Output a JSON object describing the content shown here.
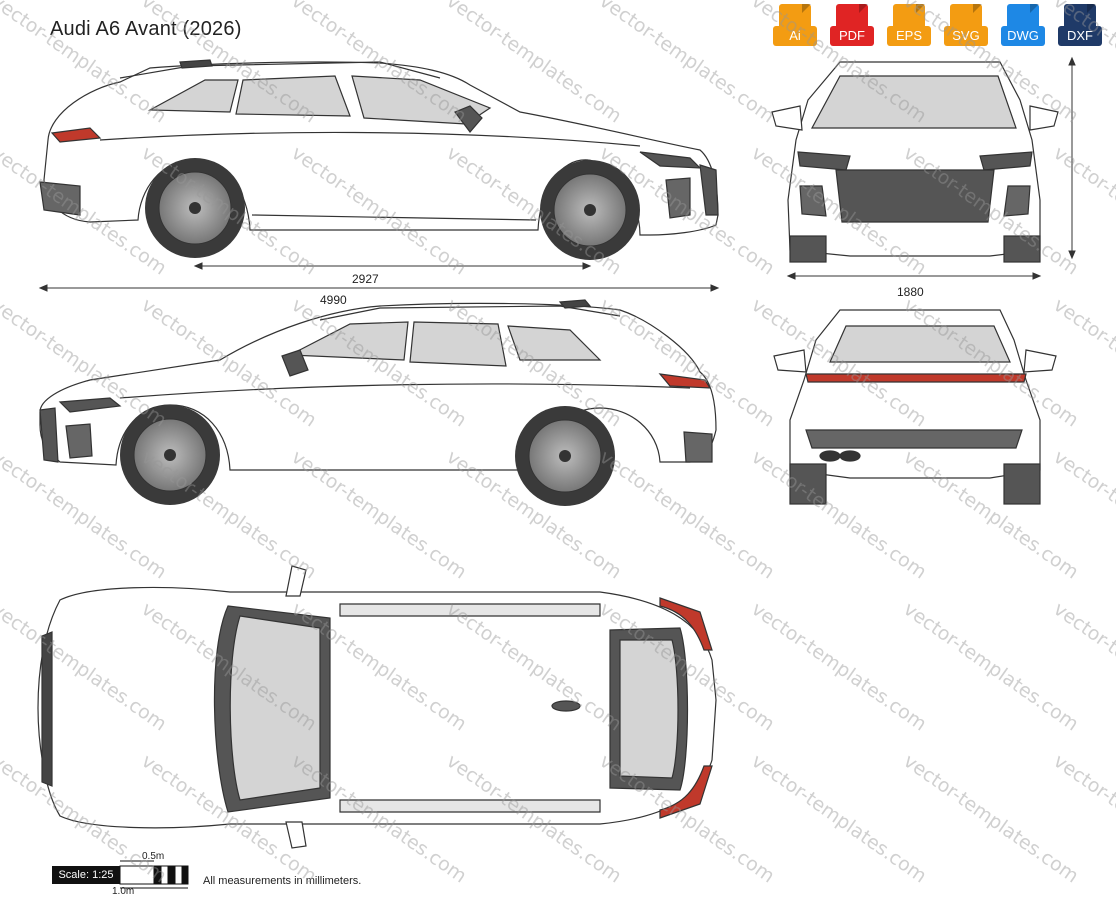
{
  "title": "Audi A6 Avant (2026)",
  "formats": [
    {
      "label": "Ai",
      "color": "#f39c12",
      "icon": "ai-file-icon"
    },
    {
      "label": "PDF",
      "color": "#e02424",
      "icon": "pdf-file-icon"
    },
    {
      "label": "EPS",
      "color": "#f39c12",
      "icon": "eps-file-icon"
    },
    {
      "label": "SVG",
      "color": "#f39c12",
      "icon": "svg-file-icon"
    },
    {
      "label": "DWG",
      "color": "#1e88e5",
      "icon": "dwg-file-icon"
    },
    {
      "label": "DXF",
      "color": "#1f3a68",
      "icon": "dxf-file-icon"
    }
  ],
  "dimensions": {
    "wheelbase": "2927",
    "length": "4990",
    "width": "1880"
  },
  "scale": {
    "label": "Scale: 1:25",
    "half_meter": "0.5m",
    "one_meter": "1.0m",
    "note": "All measurements in millimeters."
  },
  "watermark_text": "vector-templates.com",
  "colors": {
    "line": "#333333",
    "glass": "#d4d4d4",
    "tint": "#e6e6e6",
    "tyre": "#3a3a3a",
    "wheel": "#9a9a9a",
    "tail_light": "#c0392b"
  }
}
